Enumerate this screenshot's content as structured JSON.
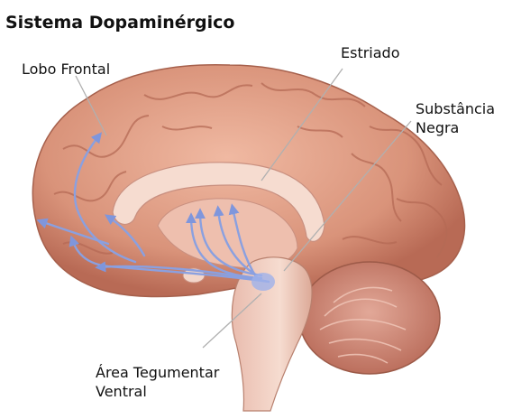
{
  "title": "Sistema Dopaminérgico",
  "labels": {
    "lobo_frontal": "Lobo Frontal",
    "estriado": "Estriado",
    "substancia_negra_line1": "Substância",
    "substancia_negra_line2": "Negra",
    "area_tegmentar_line1": "Área Tegumentar",
    "area_tegmentar_line2": "Ventral"
  },
  "colors": {
    "brain_tissue": "#d9937a",
    "brain_light": "#f0c8b4",
    "corpus_callosum": "#f6dcd0",
    "cerebellum": "#c77d6a",
    "brainstem": "#f1cfc2",
    "pathway": "#8aa0e0",
    "leader_line": "#b0b0b0"
  }
}
